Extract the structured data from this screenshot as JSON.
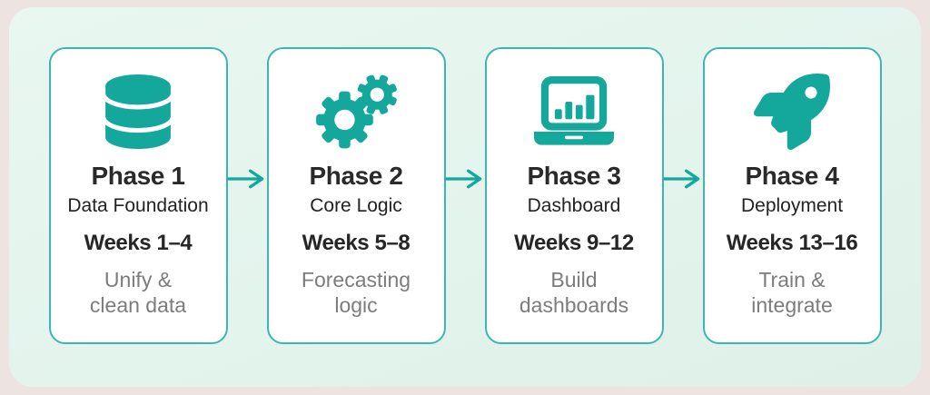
{
  "theme": {
    "accent": "#14A79B",
    "card_border": "#3BB8AE",
    "panel_bg": "#E3F4ED",
    "outer_bg": "#EDE4E2",
    "card_bg": "#FFFFFF",
    "title_color": "#2A2A2A",
    "muted_color": "#7C7C7C"
  },
  "diagram": {
    "type": "process-flow",
    "direction": "left-to-right",
    "connector": "arrow-right",
    "phases": [
      {
        "icon": "database-icon",
        "title": "Phase 1",
        "subtitle": "Data Foundation",
        "weeks": "Weeks 1–4",
        "description": "Unify &\nclean data"
      },
      {
        "icon": "gears-icon",
        "title": "Phase 2",
        "subtitle": "Core Logic",
        "weeks": "Weeks 5–8",
        "description": "Forecasting\nlogic"
      },
      {
        "icon": "dashboard-laptop-icon",
        "title": "Phase 3",
        "subtitle": "Dashboard",
        "weeks": "Weeks 9–12",
        "description": "Build\ndashboards"
      },
      {
        "icon": "rocket-icon",
        "title": "Phase 4",
        "subtitle": "Deployment",
        "weeks": "Weeks 13–16",
        "description": "Train &\nintegrate"
      }
    ]
  }
}
